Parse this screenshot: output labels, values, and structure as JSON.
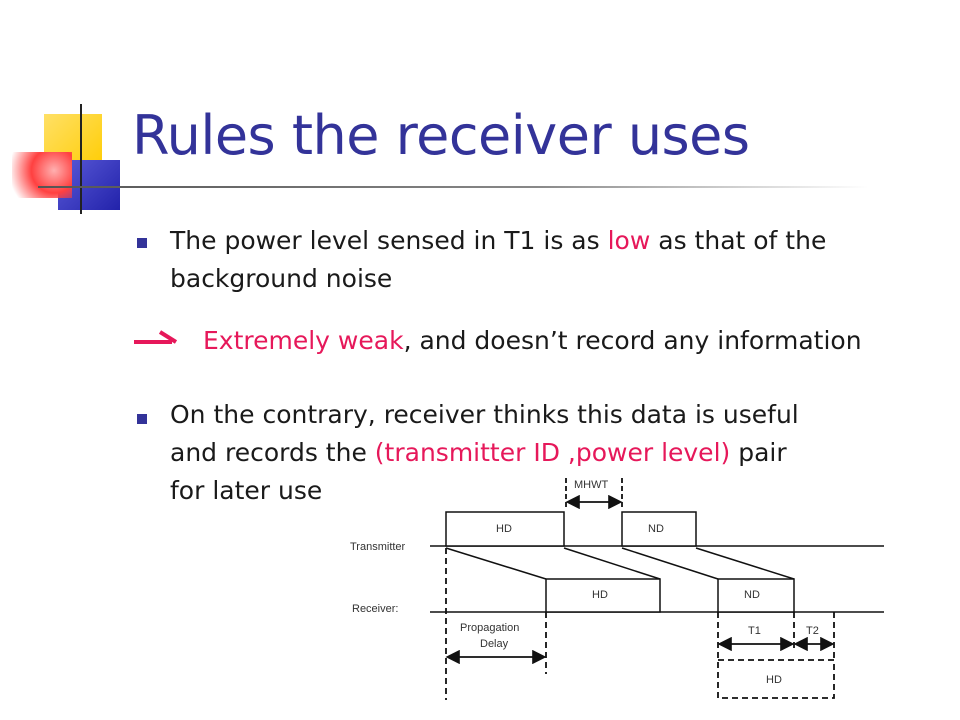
{
  "slide": {
    "title": "Rules the receiver uses",
    "bullet1": {
      "pre": "The power level sensed in T1 is as ",
      "highlight": "low",
      "post": " as that of the",
      "line2": "background noise"
    },
    "arrow_note": {
      "highlight": "Extremely weak",
      "rest": ", and doesn’t record any information"
    },
    "bullet2": {
      "line1": "On the contrary, receiver thinks this data is useful",
      "line2_pre": "and records the ",
      "line2_highlight": "(transmitter ID ,power level)",
      "line2_post": " pair",
      "line3": "for later use"
    }
  },
  "diagram": {
    "mhwt": "MHWT",
    "transmitter_label": "Transmitter",
    "receiver_label": "Receiver:",
    "tx_hd": "HD",
    "tx_nd": "ND",
    "rx_hd": "HD",
    "rx_nd": "ND",
    "prop_line1": "Propagation",
    "prop_line2": "Delay",
    "t1": "T1",
    "t2": "T2",
    "hd_box": "HD"
  },
  "colors": {
    "title": "#333399",
    "highlight": "#e6185a",
    "bullet": "#333399"
  }
}
